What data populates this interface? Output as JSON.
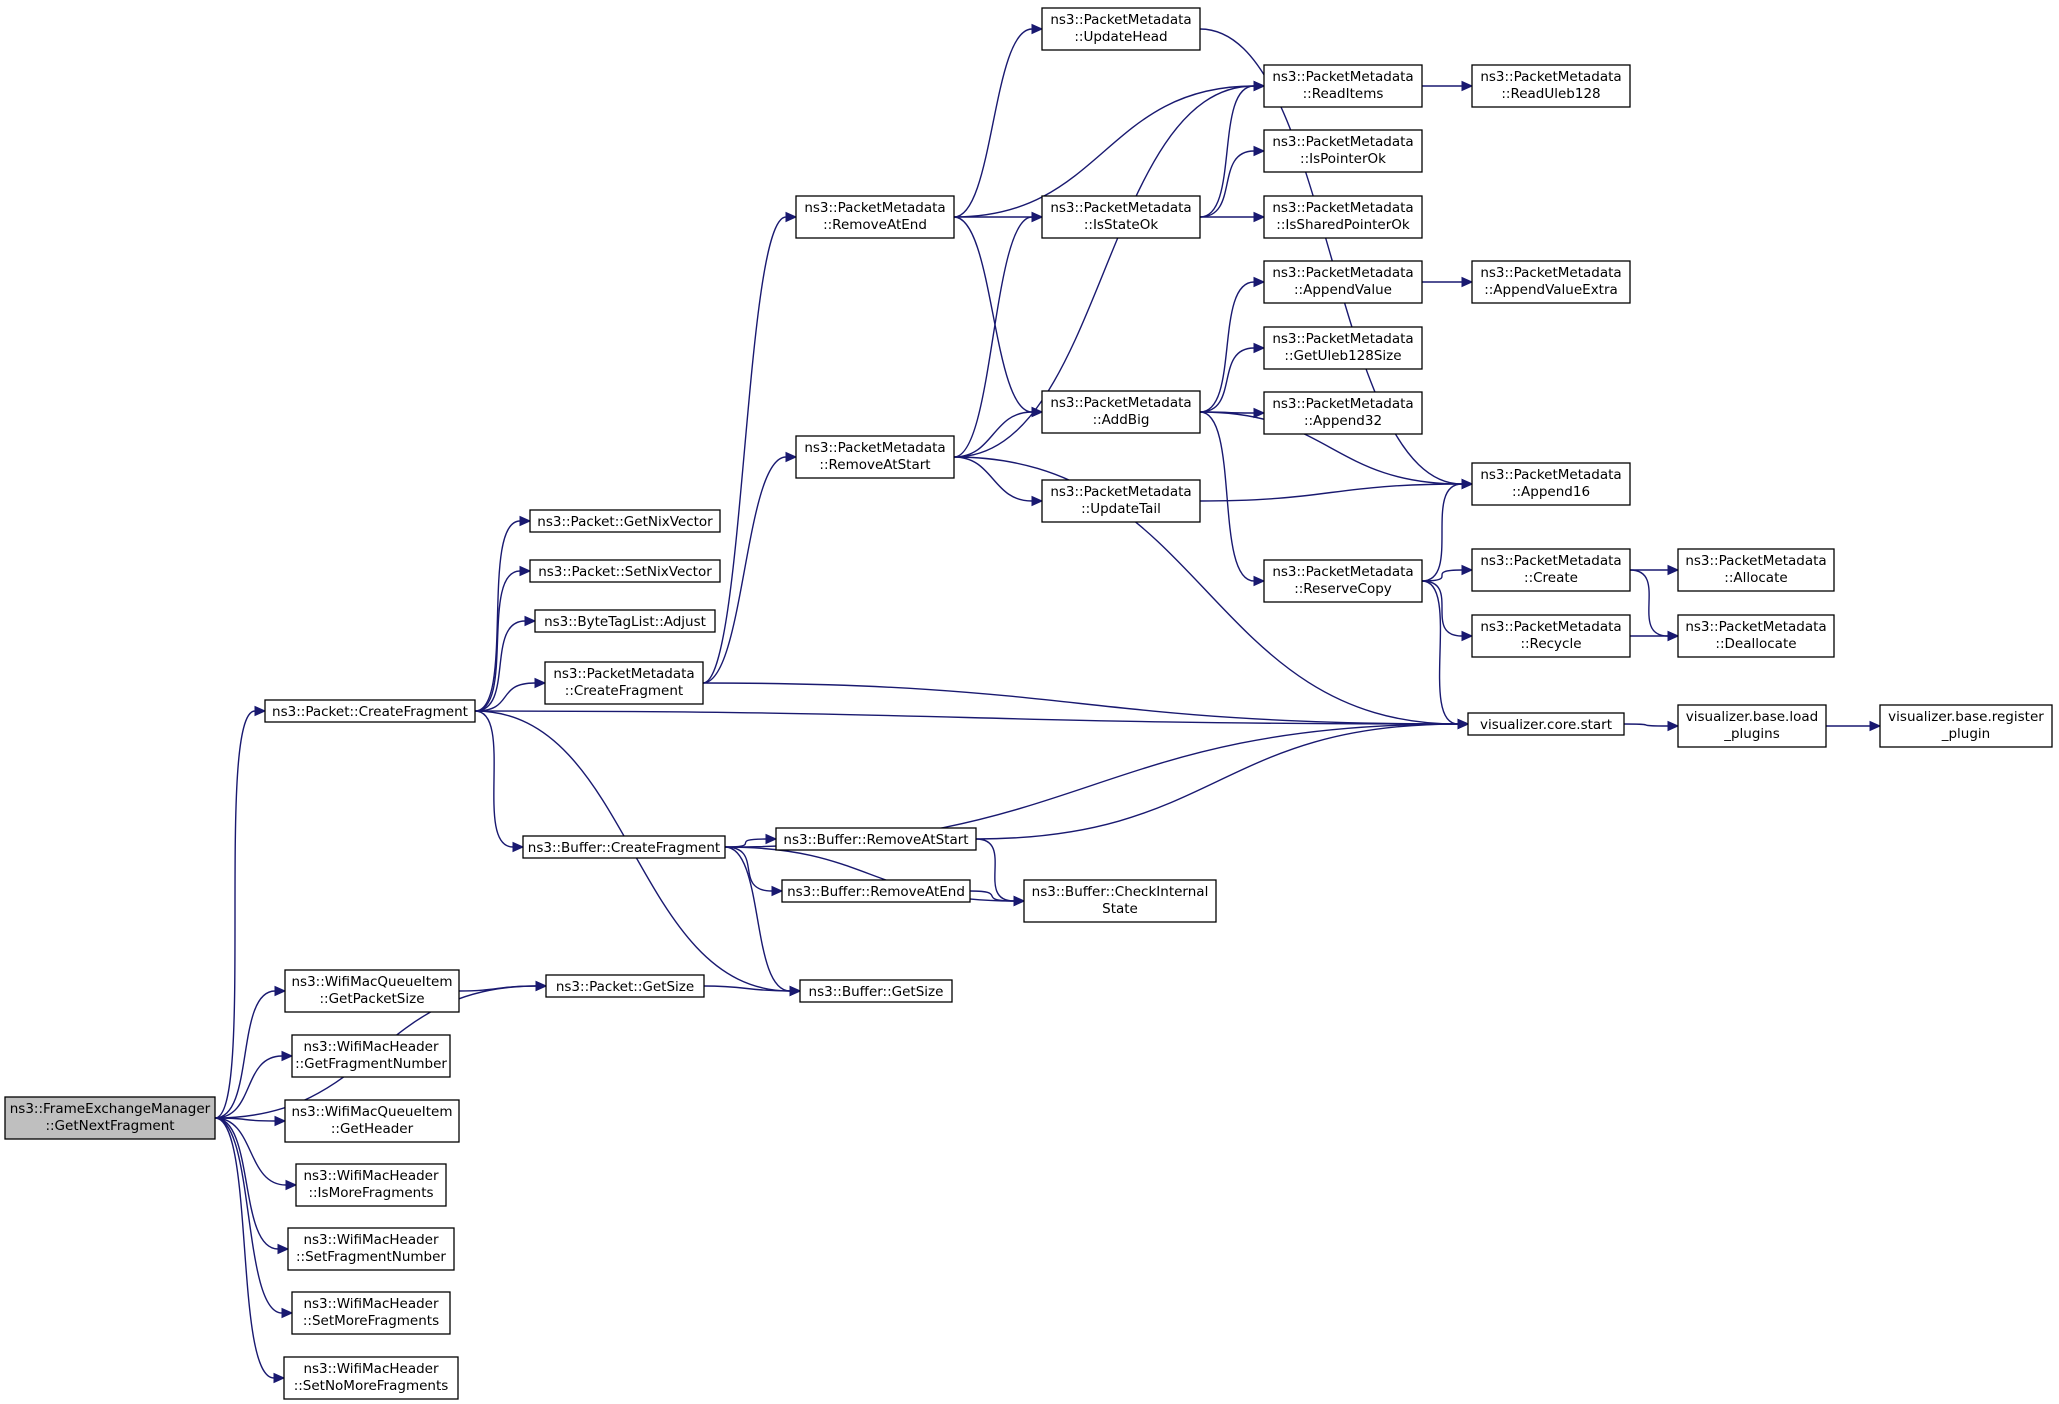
{
  "graph": {
    "nodes": [
      {
        "id": "root",
        "lines": [
          "ns3::FrameExchangeManager",
          "::GetNextFragment"
        ],
        "root": true
      },
      {
        "id": "pkt_cf",
        "lines": [
          "ns3::Packet::CreateFragment"
        ]
      },
      {
        "id": "wmqi_gps",
        "lines": [
          "ns3::WifiMacQueueItem",
          "::GetPacketSize"
        ]
      },
      {
        "id": "wmh_gfn",
        "lines": [
          "ns3::WifiMacHeader",
          "::GetFragmentNumber"
        ]
      },
      {
        "id": "wmqi_gh",
        "lines": [
          "ns3::WifiMacQueueItem",
          "::GetHeader"
        ]
      },
      {
        "id": "wmh_imf",
        "lines": [
          "ns3::WifiMacHeader",
          "::IsMoreFragments"
        ]
      },
      {
        "id": "wmh_sfn",
        "lines": [
          "ns3::WifiMacHeader",
          "::SetFragmentNumber"
        ]
      },
      {
        "id": "wmh_smf",
        "lines": [
          "ns3::WifiMacHeader",
          "::SetMoreFragments"
        ]
      },
      {
        "id": "wmh_snmf",
        "lines": [
          "ns3::WifiMacHeader",
          "::SetNoMoreFragments"
        ]
      },
      {
        "id": "pkt_gnv",
        "lines": [
          "ns3::Packet::GetNixVector"
        ]
      },
      {
        "id": "pkt_snv",
        "lines": [
          "ns3::Packet::SetNixVector"
        ]
      },
      {
        "id": "btl_adj",
        "lines": [
          "ns3::ByteTagList::Adjust"
        ]
      },
      {
        "id": "pm_cf",
        "lines": [
          "ns3::PacketMetadata",
          "::CreateFragment"
        ]
      },
      {
        "id": "buf_cf",
        "lines": [
          "ns3::Buffer::CreateFragment"
        ]
      },
      {
        "id": "pkt_gs",
        "lines": [
          "ns3::Packet::GetSize"
        ]
      },
      {
        "id": "buf_gs",
        "lines": [
          "ns3::Buffer::GetSize"
        ]
      },
      {
        "id": "pm_rae",
        "lines": [
          "ns3::PacketMetadata",
          "::RemoveAtEnd"
        ]
      },
      {
        "id": "pm_ras",
        "lines": [
          "ns3::PacketMetadata",
          "::RemoveAtStart"
        ]
      },
      {
        "id": "buf_ras",
        "lines": [
          "ns3::Buffer::RemoveAtStart"
        ]
      },
      {
        "id": "buf_rae",
        "lines": [
          "ns3::Buffer::RemoveAtEnd"
        ]
      },
      {
        "id": "buf_cis",
        "lines": [
          "ns3::Buffer::CheckInternal",
          "State"
        ]
      },
      {
        "id": "pm_uh",
        "lines": [
          "ns3::PacketMetadata",
          "::UpdateHead"
        ]
      },
      {
        "id": "pm_iso",
        "lines": [
          "ns3::PacketMetadata",
          "::IsStateOk"
        ]
      },
      {
        "id": "pm_ab",
        "lines": [
          "ns3::PacketMetadata",
          "::AddBig"
        ]
      },
      {
        "id": "pm_ut",
        "lines": [
          "ns3::PacketMetadata",
          "::UpdateTail"
        ]
      },
      {
        "id": "pm_ri",
        "lines": [
          "ns3::PacketMetadata",
          "::ReadItems"
        ]
      },
      {
        "id": "pm_ipo",
        "lines": [
          "ns3::PacketMetadata",
          "::IsPointerOk"
        ]
      },
      {
        "id": "pm_ispo",
        "lines": [
          "ns3::PacketMetadata",
          "::IsSharedPointerOk"
        ]
      },
      {
        "id": "pm_av",
        "lines": [
          "ns3::PacketMetadata",
          "::AppendValue"
        ]
      },
      {
        "id": "pm_gu",
        "lines": [
          "ns3::PacketMetadata",
          "::GetUleb128Size"
        ]
      },
      {
        "id": "pm_a32",
        "lines": [
          "ns3::PacketMetadata",
          "::Append32"
        ]
      },
      {
        "id": "pm_rc",
        "lines": [
          "ns3::PacketMetadata",
          "::ReserveCopy"
        ]
      },
      {
        "id": "vcs",
        "lines": [
          "visualizer.core.start"
        ]
      },
      {
        "id": "pm_ru",
        "lines": [
          "ns3::PacketMetadata",
          "::ReadUleb128"
        ]
      },
      {
        "id": "pm_ave",
        "lines": [
          "ns3::PacketMetadata",
          "::AppendValueExtra"
        ]
      },
      {
        "id": "pm_a16",
        "lines": [
          "ns3::PacketMetadata",
          "::Append16"
        ]
      },
      {
        "id": "pm_cr",
        "lines": [
          "ns3::PacketMetadata",
          "::Create"
        ]
      },
      {
        "id": "pm_rec",
        "lines": [
          "ns3::PacketMetadata",
          "::Recycle"
        ]
      },
      {
        "id": "vbl",
        "lines": [
          "visualizer.base.load",
          "_plugins"
        ]
      },
      {
        "id": "pm_al",
        "lines": [
          "ns3::PacketMetadata",
          "::Allocate"
        ]
      },
      {
        "id": "pm_de",
        "lines": [
          "ns3::PacketMetadata",
          "::Deallocate"
        ]
      },
      {
        "id": "vbr",
        "lines": [
          "visualizer.base.register",
          "_plugin"
        ]
      }
    ],
    "edges": [
      [
        "root",
        "pkt_cf"
      ],
      [
        "root",
        "pkt_gs"
      ],
      [
        "root",
        "wmqi_gps"
      ],
      [
        "root",
        "wmh_gfn"
      ],
      [
        "root",
        "wmqi_gh"
      ],
      [
        "root",
        "wmh_imf"
      ],
      [
        "root",
        "wmh_sfn"
      ],
      [
        "root",
        "wmh_smf"
      ],
      [
        "root",
        "wmh_snmf"
      ],
      [
        "pkt_cf",
        "pkt_gnv"
      ],
      [
        "pkt_cf",
        "pkt_snv"
      ],
      [
        "pkt_cf",
        "btl_adj"
      ],
      [
        "pkt_cf",
        "pm_cf"
      ],
      [
        "pkt_cf",
        "buf_cf"
      ],
      [
        "pkt_cf",
        "buf_gs"
      ],
      [
        "pkt_cf",
        "vcs"
      ],
      [
        "wmqi_gps",
        "pkt_gs"
      ],
      [
        "pkt_gs",
        "buf_gs"
      ],
      [
        "pm_cf",
        "pm_rae"
      ],
      [
        "pm_cf",
        "pm_ras"
      ],
      [
        "pm_cf",
        "vcs"
      ],
      [
        "buf_cf",
        "buf_ras"
      ],
      [
        "buf_cf",
        "buf_rae"
      ],
      [
        "buf_cf",
        "buf_cis"
      ],
      [
        "buf_cf",
        "buf_gs"
      ],
      [
        "buf_cf",
        "vcs"
      ],
      [
        "buf_ras",
        "buf_cis"
      ],
      [
        "buf_ras",
        "vcs"
      ],
      [
        "buf_rae",
        "buf_cis"
      ],
      [
        "pm_rae",
        "pm_uh"
      ],
      [
        "pm_rae",
        "pm_ri"
      ],
      [
        "pm_rae",
        "pm_iso"
      ],
      [
        "pm_rae",
        "pm_ab"
      ],
      [
        "pm_ras",
        "pm_ri"
      ],
      [
        "pm_ras",
        "pm_iso"
      ],
      [
        "pm_ras",
        "pm_ab"
      ],
      [
        "pm_ras",
        "pm_ut"
      ],
      [
        "pm_ras",
        "vcs"
      ],
      [
        "pm_uh",
        "pm_a16"
      ],
      [
        "pm_iso",
        "pm_ri"
      ],
      [
        "pm_iso",
        "pm_ipo"
      ],
      [
        "pm_iso",
        "pm_ispo"
      ],
      [
        "pm_ri",
        "pm_ru"
      ],
      [
        "pm_ab",
        "pm_av"
      ],
      [
        "pm_ab",
        "pm_gu"
      ],
      [
        "pm_ab",
        "pm_a32"
      ],
      [
        "pm_ab",
        "pm_a16"
      ],
      [
        "pm_ab",
        "pm_rc"
      ],
      [
        "pm_av",
        "pm_ave"
      ],
      [
        "pm_ut",
        "pm_a16"
      ],
      [
        "pm_rc",
        "pm_a16"
      ],
      [
        "pm_rc",
        "pm_cr"
      ],
      [
        "pm_rc",
        "pm_rec"
      ],
      [
        "pm_rc",
        "vcs"
      ],
      [
        "pm_cr",
        "pm_al"
      ],
      [
        "pm_cr",
        "pm_de"
      ],
      [
        "pm_rec",
        "pm_de"
      ],
      [
        "vcs",
        "vbl"
      ],
      [
        "vbl",
        "vbr"
      ]
    ]
  }
}
